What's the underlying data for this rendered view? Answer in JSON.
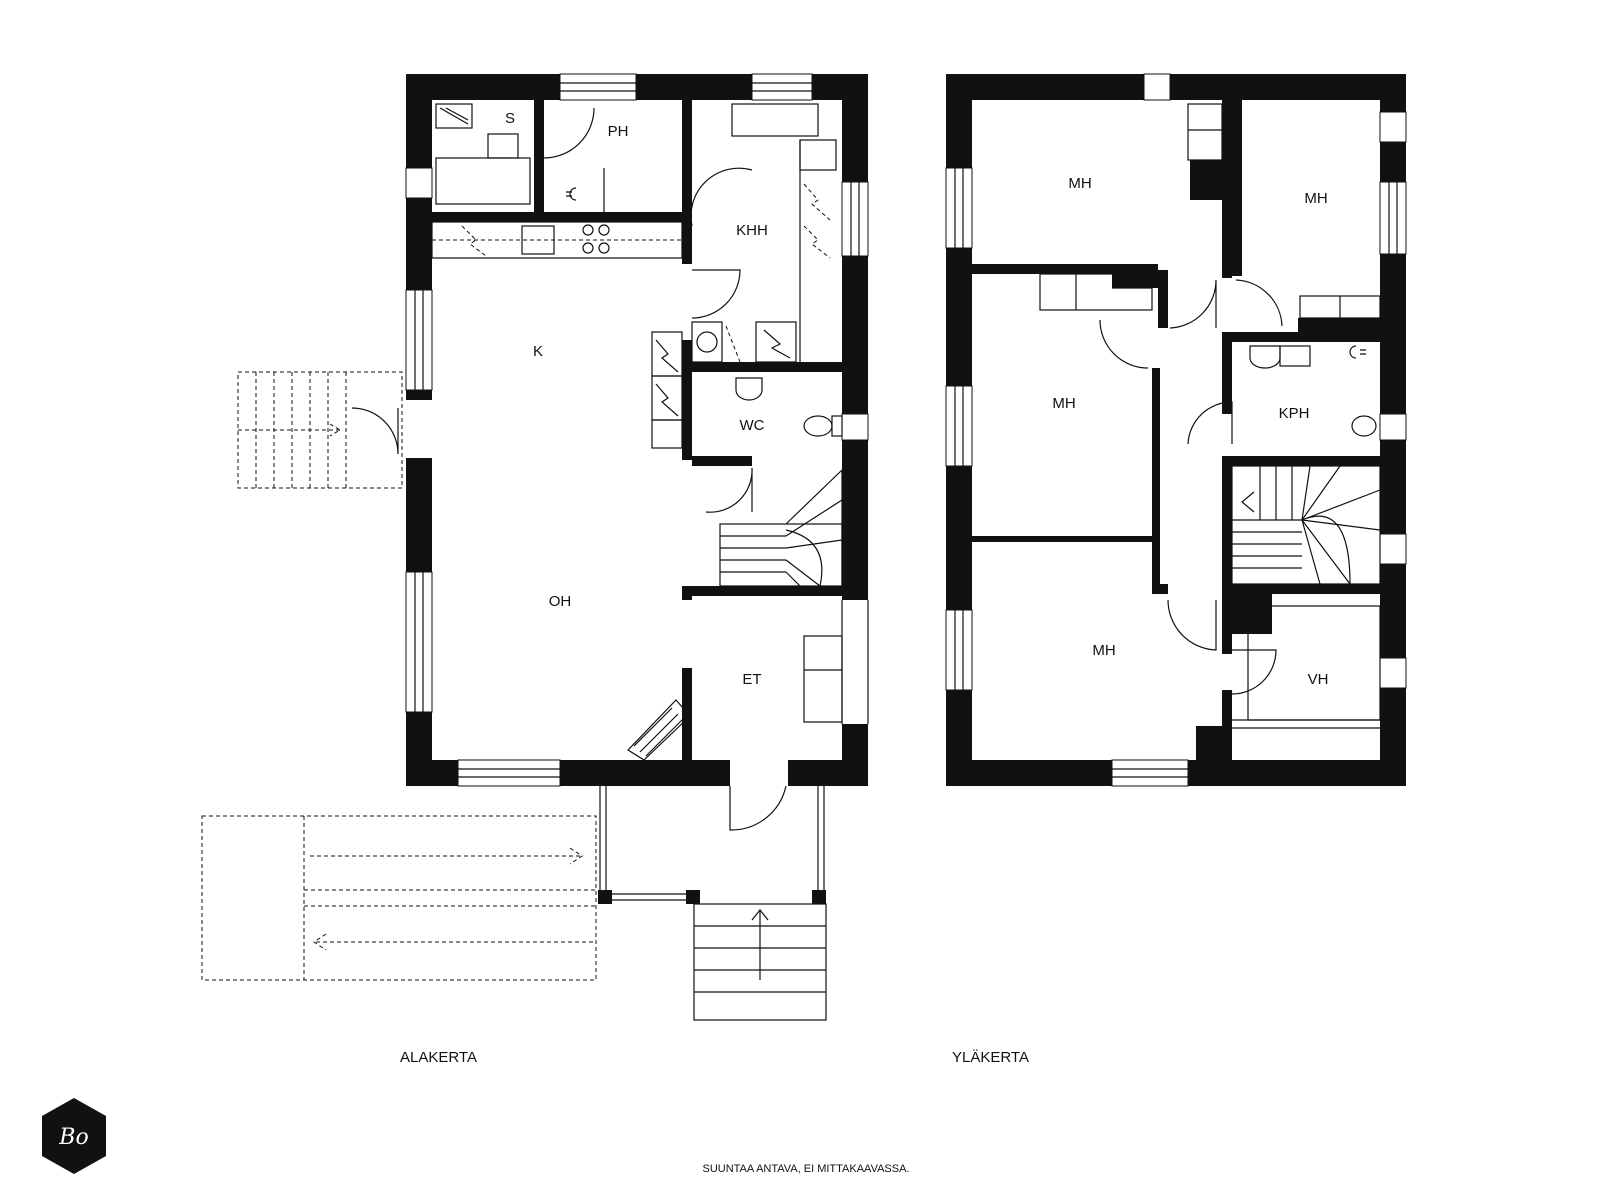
{
  "floors": {
    "lower": {
      "label": "ALAKERTA",
      "rooms": {
        "s": "S",
        "ph": "PH",
        "khh": "KHH",
        "k": "K",
        "wc": "WC",
        "oh": "OH",
        "et": "ET"
      }
    },
    "upper": {
      "label": "YLÄKERTA",
      "rooms": {
        "mh1": "MH",
        "mh2": "MH",
        "mh3": "MH",
        "mh4": "MH",
        "kph": "KPH",
        "vh": "VH"
      }
    }
  },
  "note": "SUUNTAA ANTAVA, EI MITTAKAAVASSA.",
  "logo": {
    "text": "Bo",
    "color": "#111111"
  }
}
